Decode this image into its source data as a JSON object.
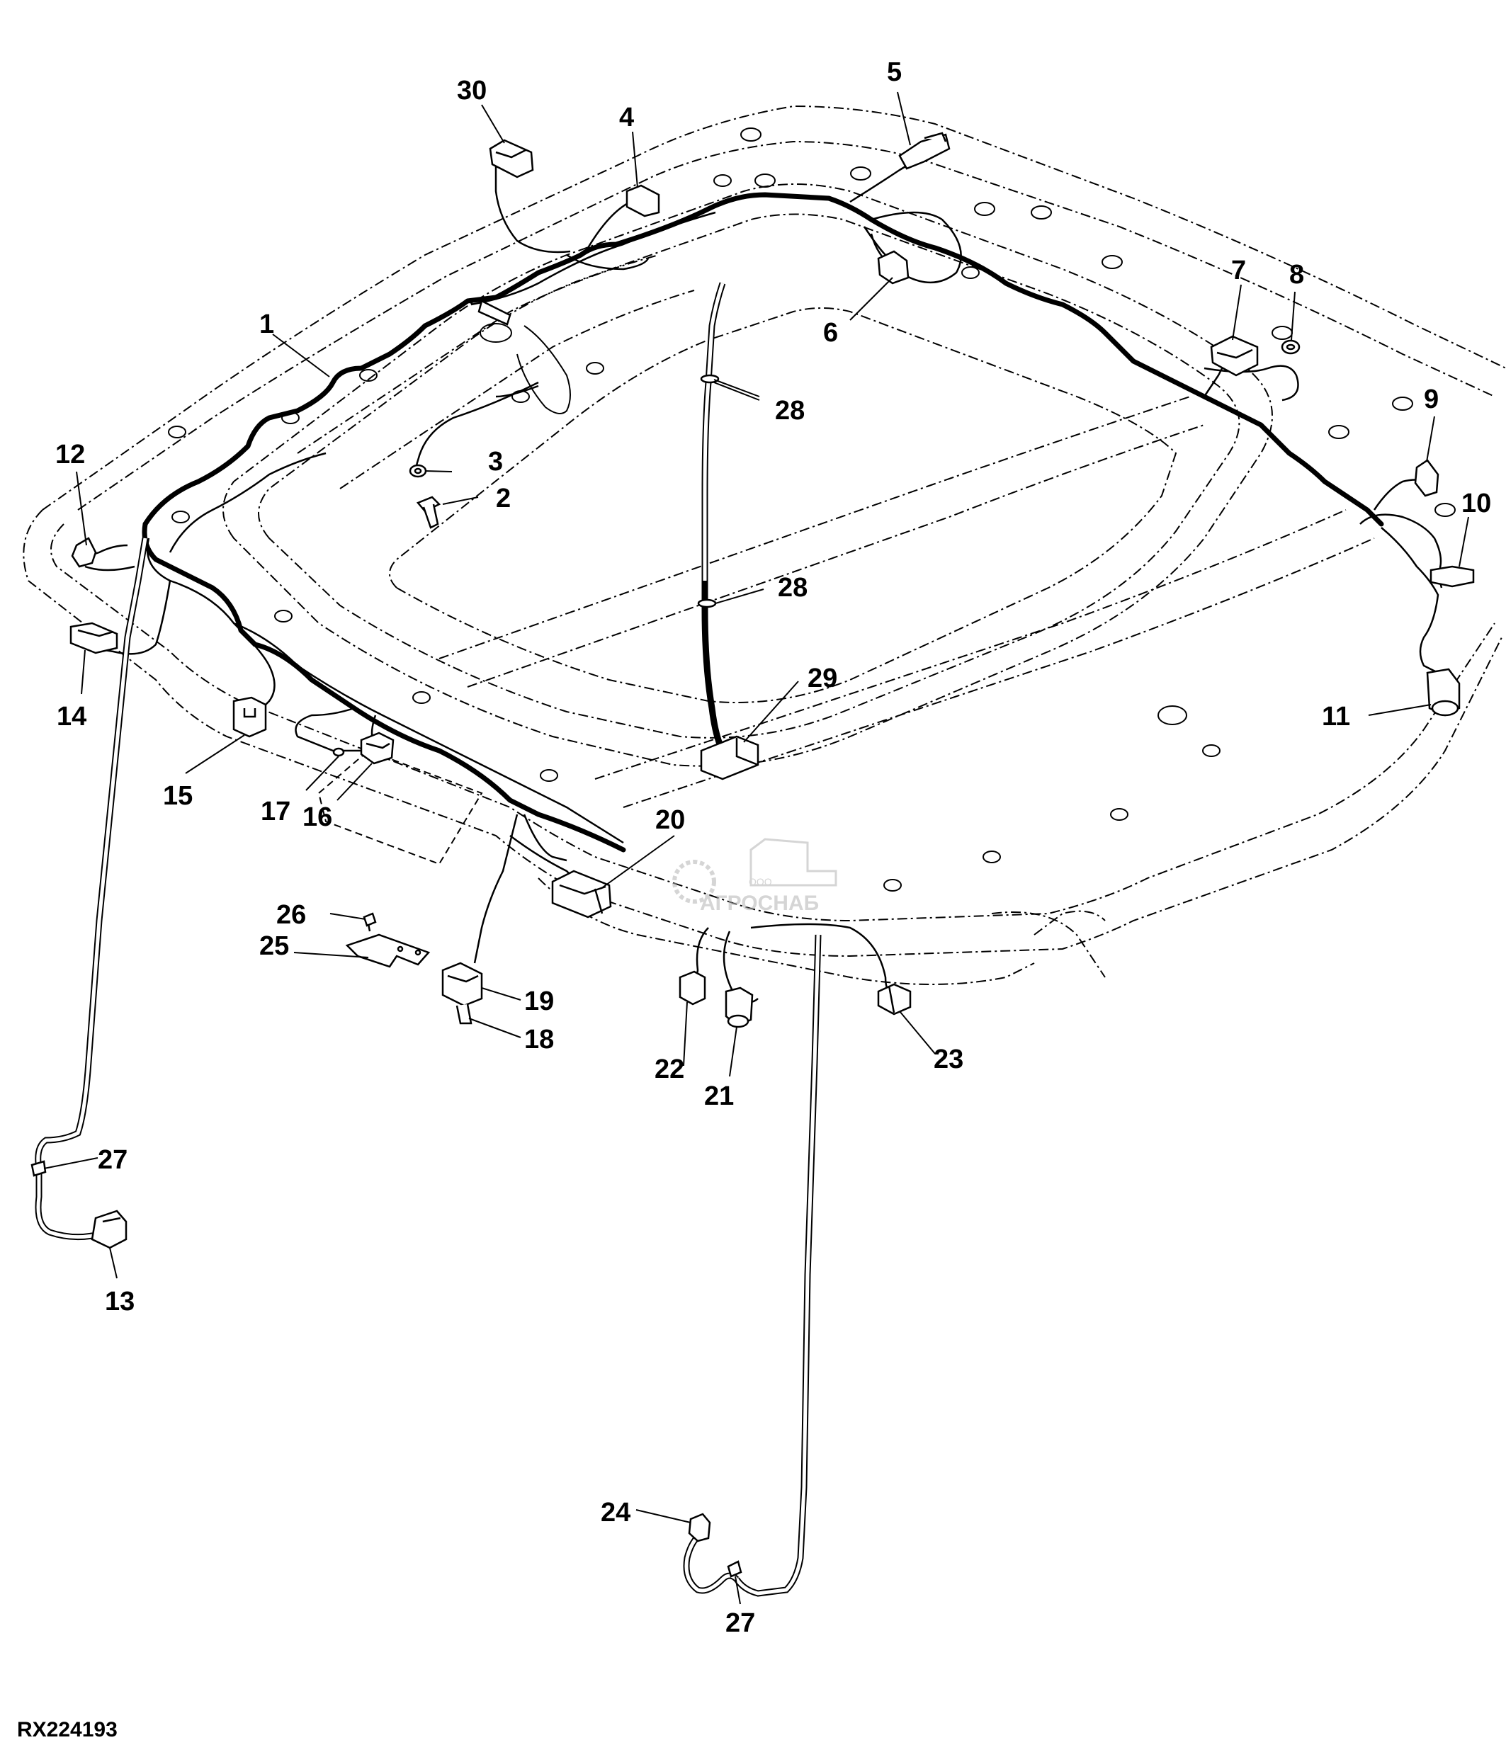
{
  "figure": {
    "id": "RX224193",
    "watermark_text": "АГРОСНАБ",
    "watermark_small": "ООО"
  },
  "callouts": [
    {
      "n": "1",
      "text": "1"
    },
    {
      "n": "2",
      "text": "2"
    },
    {
      "n": "3",
      "text": "3"
    },
    {
      "n": "4",
      "text": "4"
    },
    {
      "n": "5",
      "text": "5"
    },
    {
      "n": "6",
      "text": "6"
    },
    {
      "n": "7",
      "text": "7"
    },
    {
      "n": "8",
      "text": "8"
    },
    {
      "n": "9",
      "text": "9"
    },
    {
      "n": "10",
      "text": "10"
    },
    {
      "n": "11",
      "text": "11"
    },
    {
      "n": "12",
      "text": "12"
    },
    {
      "n": "13",
      "text": "13"
    },
    {
      "n": "14",
      "text": "14"
    },
    {
      "n": "15",
      "text": "15"
    },
    {
      "n": "16",
      "text": "16"
    },
    {
      "n": "17",
      "text": "17"
    },
    {
      "n": "18",
      "text": "18"
    },
    {
      "n": "19",
      "text": "19"
    },
    {
      "n": "20",
      "text": "20"
    },
    {
      "n": "21",
      "text": "21"
    },
    {
      "n": "22",
      "text": "22"
    },
    {
      "n": "23",
      "text": "23"
    },
    {
      "n": "24",
      "text": "24"
    },
    {
      "n": "25",
      "text": "25"
    },
    {
      "n": "26",
      "text": "26"
    },
    {
      "n": "27a",
      "text": "27"
    },
    {
      "n": "27b",
      "text": "27"
    },
    {
      "n": "28a",
      "text": "28"
    },
    {
      "n": "28b",
      "text": "28"
    },
    {
      "n": "29",
      "text": "29"
    },
    {
      "n": "30",
      "text": "30"
    }
  ]
}
